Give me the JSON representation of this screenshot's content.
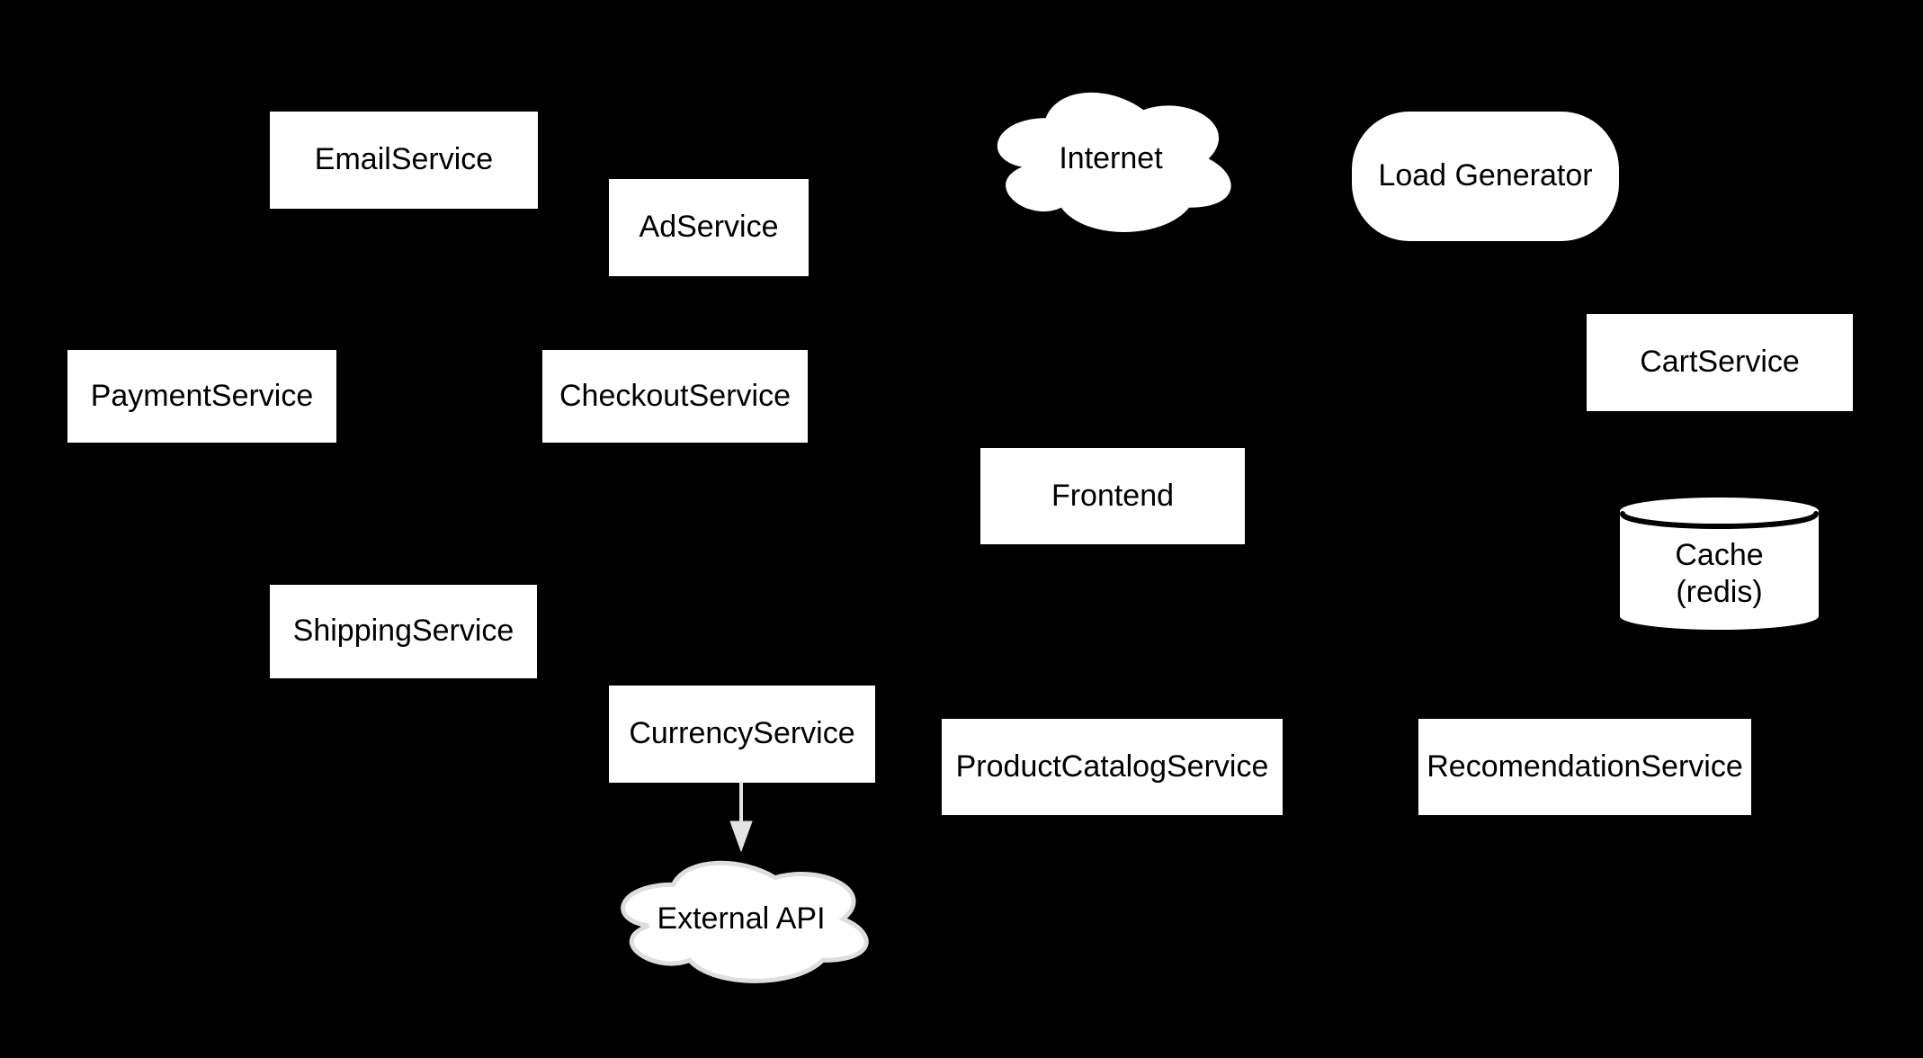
{
  "diagram": {
    "background_color": "#000000",
    "node_fill_color": "#ffffff",
    "node_text_color": "#000000",
    "edge_color": "#e3e3e3",
    "external_cloud_stroke_color": "#dedede",
    "cylinder_rim_color": "#000000",
    "nodes": {
      "email_service": {
        "label": "EmailService",
        "shape": "rectangle"
      },
      "ad_service": {
        "label": "AdService",
        "shape": "rectangle"
      },
      "internet": {
        "label": "Internet",
        "shape": "cloud"
      },
      "load_generator": {
        "label": "Load Generator",
        "shape": "rounded-rectangle"
      },
      "payment_service": {
        "label": "PaymentService",
        "shape": "rectangle"
      },
      "checkout_service": {
        "label": "CheckoutService",
        "shape": "rectangle"
      },
      "cart_service": {
        "label": "CartService",
        "shape": "rectangle"
      },
      "frontend": {
        "label": "Frontend",
        "shape": "rectangle"
      },
      "cache": {
        "label": "Cache",
        "sublabel": "(redis)",
        "shape": "cylinder"
      },
      "shipping_service": {
        "label": "ShippingService",
        "shape": "rectangle"
      },
      "currency_service": {
        "label": "CurrencyService",
        "shape": "rectangle"
      },
      "product_catalog_service": {
        "label": "ProductCatalogService",
        "shape": "rectangle"
      },
      "recomendation_service": {
        "label": "RecomendationService",
        "shape": "rectangle"
      },
      "external_api": {
        "label": "External API",
        "shape": "cloud"
      }
    },
    "edges": [
      {
        "from": "CurrencyService",
        "to": "External API",
        "direction": "down",
        "color": "#e3e3e3"
      }
    ]
  }
}
